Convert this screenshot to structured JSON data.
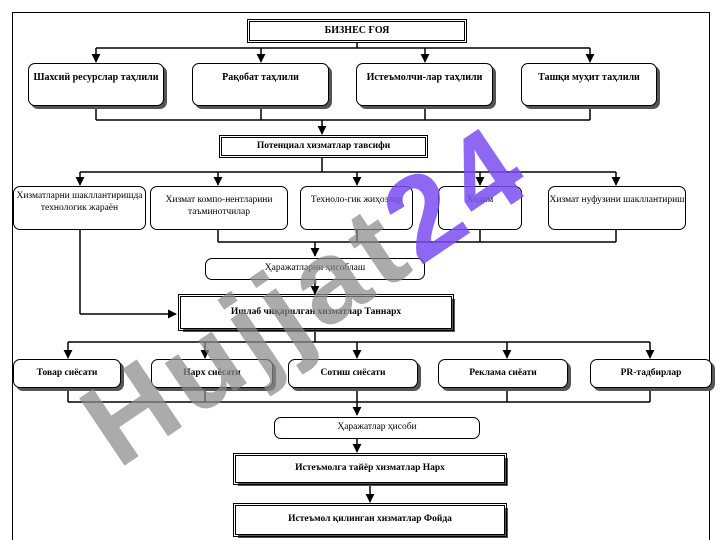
{
  "title": "БИЗНЕС  ҒОЯ",
  "analysis": [
    "Шахсий ресурслар таҳлили",
    "Рақобат таҳлили",
    "Истеъмолчи-лар таҳлили",
    "Ташқи муҳит таҳлили"
  ],
  "potential": "Потенциал хизматлар тавсифи",
  "components": [
    "Хизматларни шакллантиришда технологик  жараён",
    "Хизмат компо-нентларини таъминотчилар",
    "Техноло-гик жиҳозлар",
    "Ходим",
    "Хизмат нуфузини шакллантириш"
  ],
  "cost_calc": "Ҳаражатларни ҳисоблаш",
  "cost_price": "Ишлаб чиқарилган хизматлар Таннарх",
  "policies": [
    "Товар сиёсати",
    "Нарх сиёсати",
    "Сотиш сиёсати",
    "Реклама сиёати",
    "PR-тадбирлар"
  ],
  "cost_account": "Ҳаражатлар ҳисоби",
  "consumer_price": "Истеъмолга тайёр хизматлар Нарх",
  "profit": "Истеъмол қилинган хизматлар Фойда",
  "watermark": "Hujjat24",
  "colors": {
    "line": "#000000",
    "watermark": "#8a8a8a",
    "watermark_accent": "#7a4cf0"
  }
}
